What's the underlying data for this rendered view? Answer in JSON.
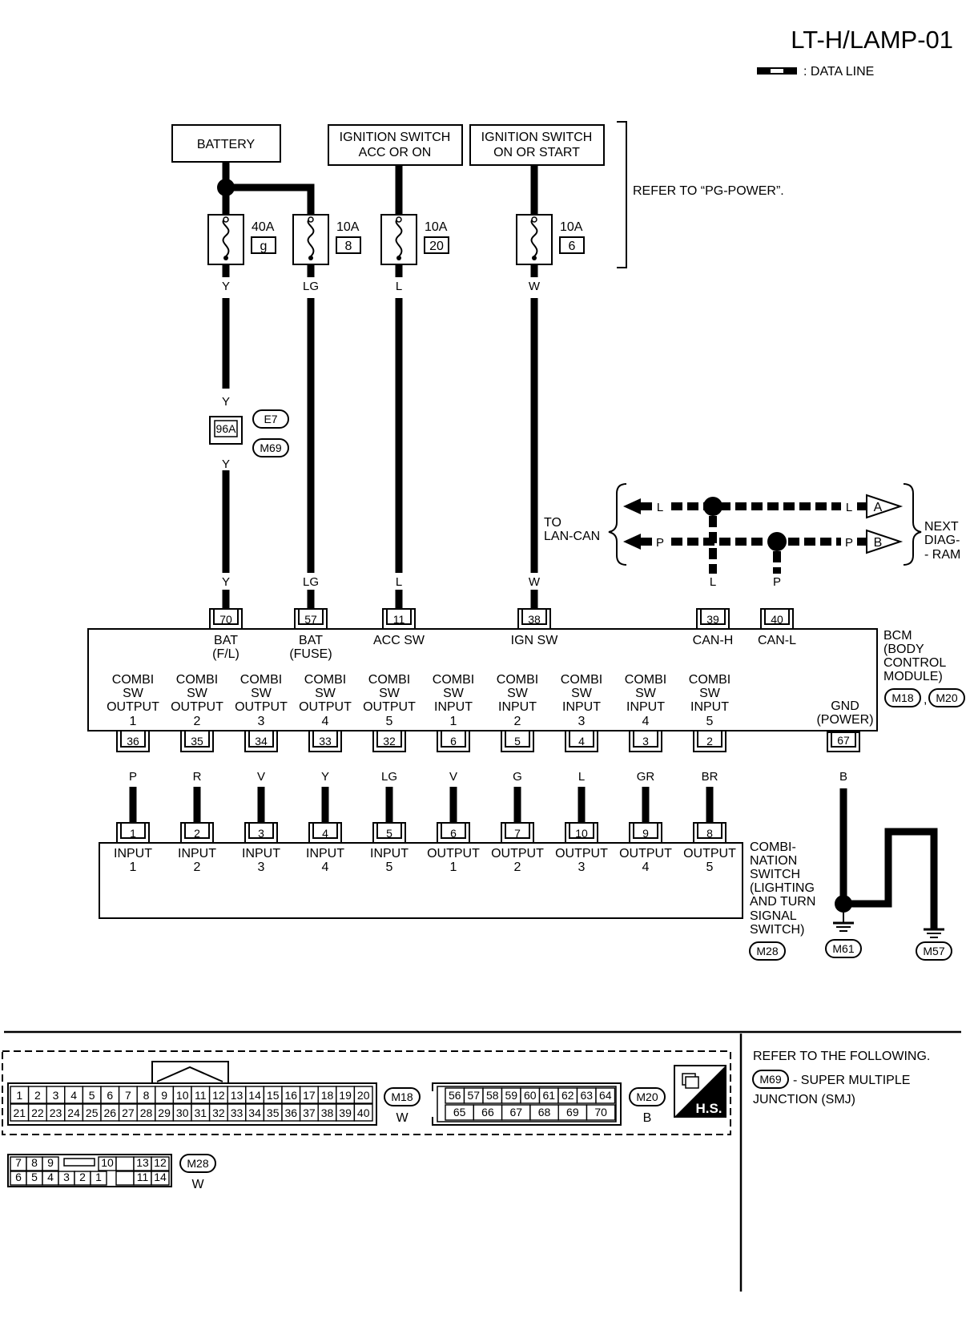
{
  "header": {
    "title": "LT-H/LAMP-01",
    "data_line_legend": ": DATA LINE"
  },
  "power_sources": {
    "battery": "BATTERY",
    "ign_acc_line1": "IGNITION SWITCH",
    "ign_acc_line2": "ACC OR ON",
    "ign_on_line1": "IGNITION SWITCH",
    "ign_on_line2": "ON OR START",
    "refer_note": "REFER TO “PG-POWER”."
  },
  "fuses": [
    {
      "amp": "40A",
      "id": "g",
      "wire": "Y"
    },
    {
      "amp": "10A",
      "id": "8",
      "wire": "LG"
    },
    {
      "amp": "10A",
      "id": "20",
      "wire": "L"
    },
    {
      "amp": "10A",
      "id": "6",
      "wire": "W"
    }
  ],
  "smj": {
    "pin": "96A",
    "connector_top": "E7",
    "connector_bottom": "M69",
    "wire_in": "Y",
    "wire_out": "Y"
  },
  "lan_can": {
    "label_line1": "TO",
    "label_line2": "LAN-CAN",
    "wire_l": "L",
    "wire_p": "P",
    "next_a": "A",
    "next_b": "B",
    "next_line1": "NEXT",
    "next_line2": "DIAG-",
    "next_line3": "- RAM"
  },
  "bcm": {
    "label": [
      "BCM",
      "(BODY",
      "CONTROL",
      "MODULE)"
    ],
    "connector_1": "M18",
    "connector_2": "M20",
    "comma": ",",
    "top_pins": [
      {
        "wire": "Y",
        "pin": "70",
        "label1": "BAT",
        "label2": "(F/L)"
      },
      {
        "wire": "LG",
        "pin": "57",
        "label1": "BAT",
        "label2": "(FUSE)"
      },
      {
        "wire": "L",
        "pin": "11",
        "label1": "ACC SW",
        "label2": ""
      },
      {
        "wire": "W",
        "pin": "38",
        "label1": "IGN SW",
        "label2": ""
      },
      {
        "wire": "L",
        "pin": "39",
        "label1": "CAN-H",
        "label2": ""
      },
      {
        "wire": "P",
        "pin": "40",
        "label1": "CAN-L",
        "label2": ""
      }
    ],
    "combi": [
      {
        "l1": "COMBI",
        "l2": "SW",
        "l3": "OUTPUT",
        "l4": "1",
        "pin": "36",
        "wire": "P"
      },
      {
        "l1": "COMBI",
        "l2": "SW",
        "l3": "OUTPUT",
        "l4": "2",
        "pin": "35",
        "wire": "R"
      },
      {
        "l1": "COMBI",
        "l2": "SW",
        "l3": "OUTPUT",
        "l4": "3",
        "pin": "34",
        "wire": "V"
      },
      {
        "l1": "COMBI",
        "l2": "SW",
        "l3": "OUTPUT",
        "l4": "4",
        "pin": "33",
        "wire": "Y"
      },
      {
        "l1": "COMBI",
        "l2": "SW",
        "l3": "OUTPUT",
        "l4": "5",
        "pin": "32",
        "wire": "LG"
      },
      {
        "l1": "COMBI",
        "l2": "SW",
        "l3": "INPUT",
        "l4": "1",
        "pin": "6",
        "wire": "V"
      },
      {
        "l1": "COMBI",
        "l2": "SW",
        "l3": "INPUT",
        "l4": "2",
        "pin": "5",
        "wire": "G"
      },
      {
        "l1": "COMBI",
        "l2": "SW",
        "l3": "INPUT",
        "l4": "3",
        "pin": "4",
        "wire": "L"
      },
      {
        "l1": "COMBI",
        "l2": "SW",
        "l3": "INPUT",
        "l4": "4",
        "pin": "3",
        "wire": "GR"
      },
      {
        "l1": "COMBI",
        "l2": "SW",
        "l3": "INPUT",
        "l4": "5",
        "pin": "2",
        "wire": "BR"
      }
    ],
    "gnd": {
      "l1": "GND",
      "l2": "(POWER)",
      "pin": "67",
      "wire": "B"
    }
  },
  "combination_switch": {
    "label": [
      "COMBI-",
      "NATION",
      "SWITCH",
      "(LIGHTING",
      "AND TURN",
      "SIGNAL",
      "SWITCH)"
    ],
    "connector": "M28",
    "pins": [
      {
        "pin": "1",
        "l1": "INPUT",
        "l2": "1"
      },
      {
        "pin": "2",
        "l1": "INPUT",
        "l2": "2"
      },
      {
        "pin": "3",
        "l1": "INPUT",
        "l2": "3"
      },
      {
        "pin": "4",
        "l1": "INPUT",
        "l2": "4"
      },
      {
        "pin": "5",
        "l1": "INPUT",
        "l2": "5"
      },
      {
        "pin": "6",
        "l1": "OUTPUT",
        "l2": "1"
      },
      {
        "pin": "7",
        "l1": "OUTPUT",
        "l2": "2"
      },
      {
        "pin": "10",
        "l1": "OUTPUT",
        "l2": "3"
      },
      {
        "pin": "9",
        "l1": "OUTPUT",
        "l2": "4"
      },
      {
        "pin": "8",
        "l1": "OUTPUT",
        "l2": "5"
      }
    ]
  },
  "ground": {
    "wire_1": "B",
    "wire_2": "B",
    "wire_3": "B",
    "point_1": "M61",
    "point_2": "M57"
  },
  "connectors": {
    "m18": {
      "name": "M18",
      "color": "W",
      "row1": [
        "1",
        "2",
        "3",
        "4",
        "5",
        "6",
        "7",
        "8",
        "9",
        "10",
        "11",
        "12",
        "13",
        "14",
        "15",
        "16",
        "17",
        "18",
        "19",
        "20"
      ],
      "row2": [
        "21",
        "22",
        "23",
        "24",
        "25",
        "26",
        "27",
        "28",
        "29",
        "30",
        "31",
        "32",
        "33",
        "34",
        "35",
        "36",
        "37",
        "38",
        "39",
        "40"
      ]
    },
    "m20": {
      "name": "M20",
      "color": "B",
      "row1": [
        "56",
        "57",
        "58",
        "59",
        "60",
        "61",
        "62",
        "63",
        "64"
      ],
      "row2": [
        "65",
        "66",
        "67",
        "68",
        "69",
        "70"
      ]
    },
    "m28": {
      "name": "M28",
      "color": "W",
      "row1_left": [
        "7",
        "8",
        "9"
      ],
      "row1_right": [
        "10",
        "",
        "13",
        "12"
      ],
      "row2_left": [
        "6",
        "5",
        "4",
        "3",
        "2",
        "1"
      ],
      "row2_right": [
        "",
        "11",
        "14"
      ]
    },
    "hs_label": "H.S."
  },
  "refer": {
    "line1": "REFER TO THE FOLLOWING.",
    "connector": "M69",
    "text1": "- SUPER MULTIPLE",
    "text2": "JUNCTION (SMJ)"
  }
}
